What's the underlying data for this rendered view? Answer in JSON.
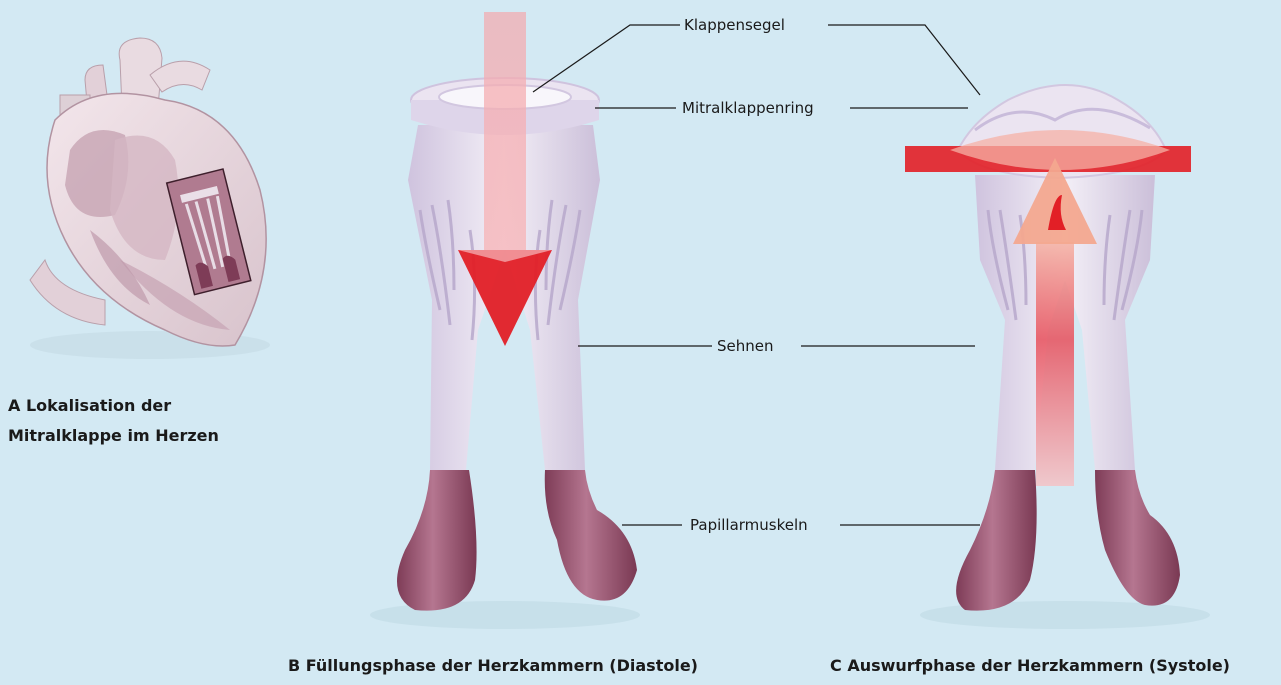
{
  "labels": {
    "cusps": "Klappensegel",
    "ring": "Mitralklappenring",
    "tendons": "Sehnen",
    "papillary": "Papillarmuskeln"
  },
  "captions": {
    "a_line1": "A Lokalisation der",
    "a_line2": "Mitralklappe im Herzen",
    "b": "B Füllungsphase der Herzkammern (Diastole)",
    "c": "C Auswurfphase der Herzkammern (Systole)"
  },
  "colors": {
    "background": "#d3e9f3",
    "valve_tissue": "#e7e0ef",
    "muscle": "#a35f78",
    "blood_flow": "#e21f26"
  }
}
